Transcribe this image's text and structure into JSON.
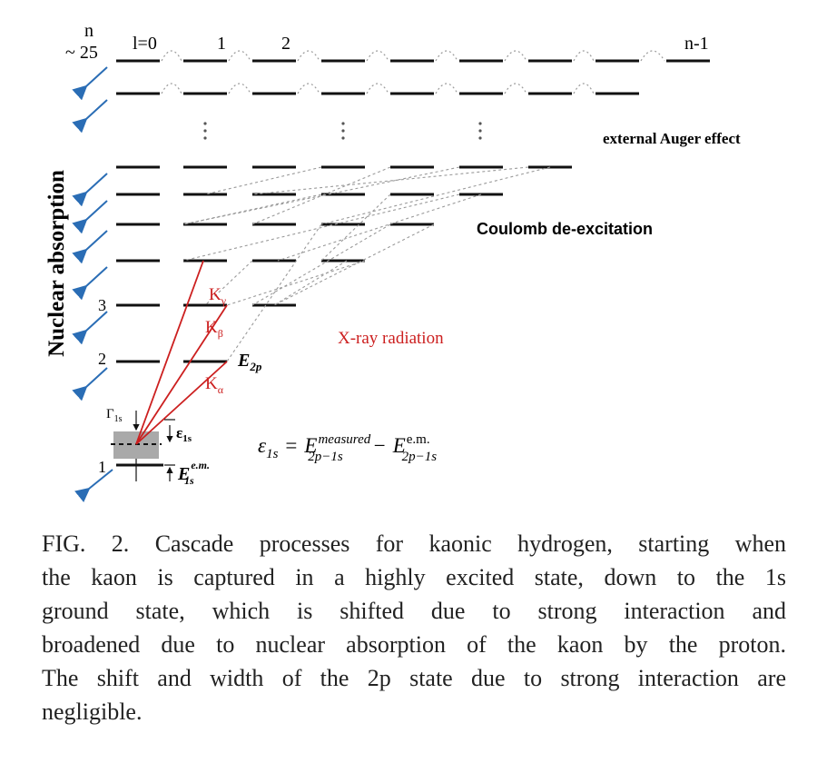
{
  "diagram": {
    "n_header": "n",
    "n_top": "~ 25",
    "l_labels": [
      "l=0",
      "1",
      "2",
      "n-1"
    ],
    "level_numbers": [
      "3",
      "2",
      "1"
    ],
    "axis_label": "Nuclear absorption",
    "process_labels": {
      "auger": "external Auger effect",
      "coulomb": "Coulomb de-excitation",
      "xray": "X-ray radiation"
    },
    "transitions": {
      "k_alpha": "K",
      "k_alpha_sub": "α",
      "k_beta": "K",
      "k_beta_sub": "β",
      "k_gamma": "K",
      "k_gamma_sub": "γ"
    },
    "e2p": {
      "base": "E",
      "sub": "2p"
    },
    "e1s": {
      "base": "E",
      "sup": "e.m.",
      "sub": "1s"
    },
    "gamma1s": {
      "base": "Γ",
      "sub": "1s"
    },
    "eps1s": {
      "base": "ε",
      "sub": "1s"
    },
    "formula": {
      "lhs": "ε",
      "lhs_sub": "1s",
      "eq": "=",
      "t1_base": "E",
      "t1_sup": "measured",
      "t1_sub": "2p−1s",
      "minus": "−",
      "t2_base": "E",
      "t2_sup": "e.m.",
      "t2_sub": "2p−1s"
    },
    "colors": {
      "level": "#111111",
      "absorption_arrow": "#2a6db5",
      "xray": "#cc1f1f",
      "dotted": "#9a9a9a",
      "broadening_box": "#a9a9a9"
    }
  },
  "caption": {
    "lines": [
      "FIG. 2.   Cascade processes for kaonic hydrogen, starting when",
      "the kaon is captured in a highly excited state, down to the 1s",
      "ground state, which is shifted due to strong interaction and",
      "broadened due to nuclear absorption of the kaon by the proton.",
      "The shift and width of the 2p state due to strong interaction are",
      "negligible."
    ]
  }
}
